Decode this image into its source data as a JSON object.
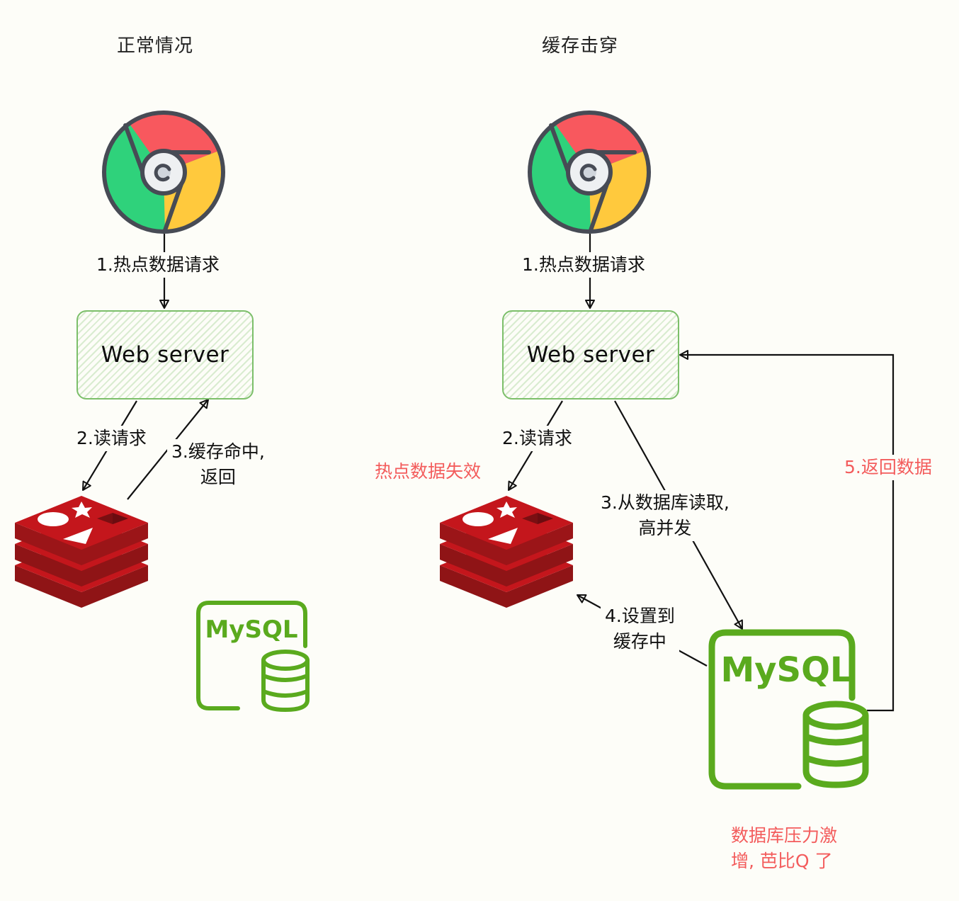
{
  "left_panel": {
    "title": "正常情况",
    "step1": "1.热点数据请求",
    "server_label": "Web server",
    "step2": "2.读请求",
    "step3_line1": "3.缓存命中,",
    "step3_line2": "返回",
    "mysql_label": "MySQL"
  },
  "right_panel": {
    "title": "缓存击穿",
    "step1": "1.热点数据请求",
    "server_label": "Web server",
    "step2": "2.读请求",
    "cache_invalid_note": "热点数据失效",
    "step3_line1": "3.从数据库读取,",
    "step3_line2": "高并发",
    "step4_line1": "4.设置到",
    "step4_line2": "缓存中",
    "step5": "5.返回数据",
    "mysql_label": "MySQL",
    "db_pressure_line1": "数据库压力激",
    "db_pressure_line2": "增, 芭比Q 了"
  },
  "colors": {
    "background": "#fdfdf8",
    "server_border": "#7cbf6a",
    "mysql_green": "#5aaa1e",
    "redis_red": "#c4161c",
    "alert_red": "#f35c5c",
    "chrome_red": "#f8585e",
    "chrome_green": "#2fd27b",
    "chrome_yellow": "#ffc93d"
  }
}
